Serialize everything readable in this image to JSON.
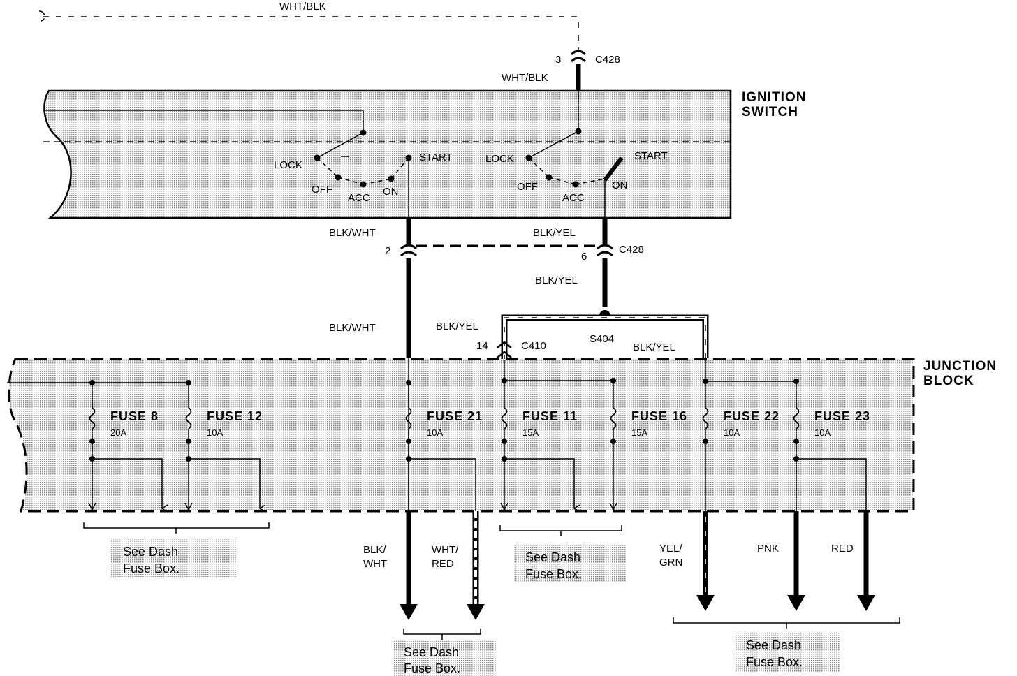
{
  "colors": {
    "ink": "#000000",
    "shade": "#d6d6d6",
    "paper": "#ffffff"
  },
  "blocks": {
    "ignition_line1": "IGNITION",
    "ignition_line2": "SWITCH",
    "junction_line1": "JUNCTION",
    "junction_line2": "BLOCK"
  },
  "wires": {
    "top": "WHT/BLK",
    "top_lower": "WHT/BLK",
    "blk_wht_upper": "BLK/WHT",
    "blk_yel_upper": "BLK/YEL",
    "blk_yel_mid": "BLK/YEL",
    "blk_wht_mid": "BLK/WHT",
    "blk_yel_left": "BLK/YEL",
    "blk_yel_right": "BLK/YEL",
    "out_blk_wht_1": "BLK/",
    "out_blk_wht_2": "WHT",
    "out_wht_red_1": "WHT/",
    "out_wht_red_2": "RED",
    "out_yel_grn_1": "YEL/",
    "out_yel_grn_2": "GRN",
    "out_pnk": "PNK",
    "out_red": "RED"
  },
  "connectors": {
    "c428_top_pin": "3",
    "c428_top": "C428",
    "c428_left_pin": "2",
    "c428_right_pin": "6",
    "c428_mid": "C428",
    "c410_pin": "14",
    "c410": "C410",
    "s404": "S404"
  },
  "switch_positions": {
    "lock_1": "LOCK",
    "off_1": "OFF",
    "acc_1": "ACC",
    "on_1": "ON",
    "start_1": "START",
    "lock_2": "LOCK",
    "off_2": "OFF",
    "acc_2": "ACC",
    "on_2": "ON",
    "start_2": "START"
  },
  "fuses": [
    {
      "name": "FUSE 8",
      "rating": "20A"
    },
    {
      "name": "FUSE 12",
      "rating": "10A"
    },
    {
      "name": "FUSE 21",
      "rating": "10A"
    },
    {
      "name": "FUSE 11",
      "rating": "15A"
    },
    {
      "name": "FUSE 16",
      "rating": "15A"
    },
    {
      "name": "FUSE 22",
      "rating": "10A"
    },
    {
      "name": "FUSE 23",
      "rating": "10A"
    }
  ],
  "notes": [
    {
      "line1": "See Dash",
      "line2": "Fuse Box."
    },
    {
      "line1": "See Dash",
      "line2": "Fuse Box."
    },
    {
      "line1": "See Dash",
      "line2": "Fuse Box."
    },
    {
      "line1": "See Dash",
      "line2": "Fuse Box."
    }
  ]
}
